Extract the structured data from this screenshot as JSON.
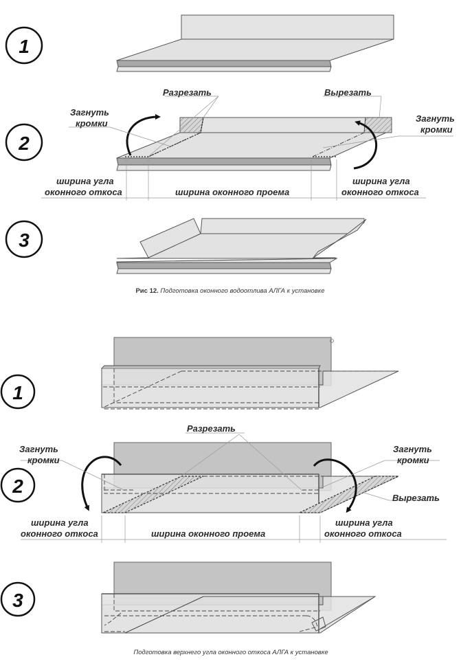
{
  "figure1": {
    "steps": [
      "1",
      "2",
      "3"
    ],
    "labels": {
      "cut": "Разрезать",
      "cut_out": "Вырезать",
      "bend_edges_line1": "Загнуть",
      "bend_edges_line2": "кромки",
      "corner_width_line1": "ширина угла",
      "corner_width_line2": "оконного откоса",
      "opening_width": "ширина оконного проема"
    },
    "caption_bold": "Рис 12.",
    "caption_italic": " Подготовка оконного водоотлива АЛГА к установке"
  },
  "figure2": {
    "steps": [
      "1",
      "2",
      "3"
    ],
    "labels": {
      "cut": "Разрезать",
      "cut_out": "Вырезать",
      "bend_edges_line1": "Загнуть",
      "bend_edges_line2": "кромки",
      "corner_width_line1": "ширина угла",
      "corner_width_line2": "оконного откоса",
      "opening_width": "ширина оконного проема"
    },
    "caption": "Подготовка верхнего угла оконного откоса АЛГА к установке"
  },
  "colors": {
    "light_fill": "#e2e2e2",
    "mid_fill": "#a8a8a8",
    "dark_panel": "#c4c4c4",
    "stroke": "#555555"
  }
}
